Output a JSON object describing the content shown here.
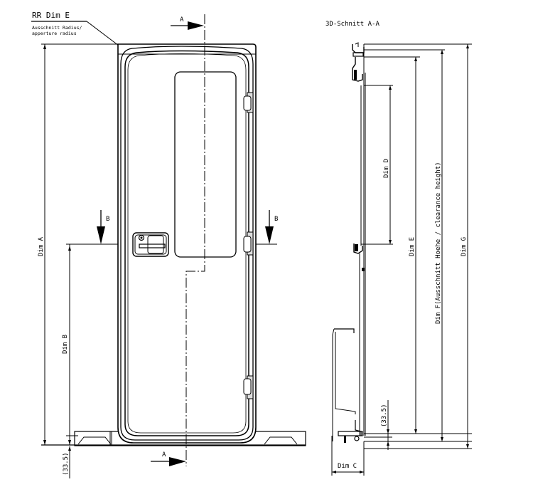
{
  "front_view": {
    "corner_radius_label": "RR Dim E",
    "corner_radius_note_1": "Ausschnitt Radius/",
    "corner_radius_note_2": "apperture radius",
    "section_marker_top": "A",
    "section_marker_bottom": "A",
    "section_marker_left": "B",
    "section_marker_right": "B",
    "dim_a": "Dim A",
    "dim_b": "Dim B",
    "dim_offset": "(33.5)"
  },
  "section_view": {
    "title": "3D-Schnitt A-A",
    "dim_c": "Dim C",
    "dim_d": "Dim D",
    "dim_e": "Dim E",
    "dim_f": "Dim F(Ausschnitt Hoehe / clearance height)",
    "dim_g": "Dim G",
    "dim_offset": "(33.5)"
  }
}
